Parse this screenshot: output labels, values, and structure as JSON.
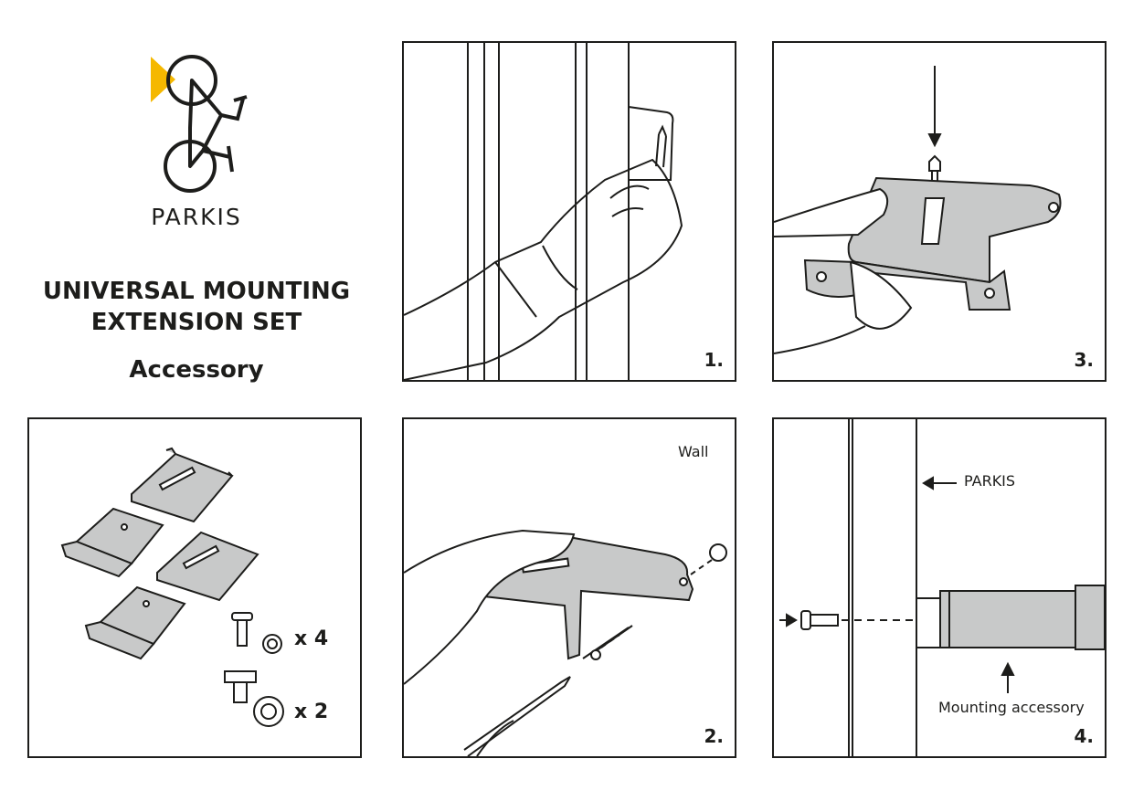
{
  "brand": {
    "name": "PARKIS",
    "accent_color": "#f5b800",
    "ink_color": "#1d1d1b",
    "part_color": "#c8c9c9"
  },
  "header": {
    "title_line1": "UNIVERSAL MOUNTING",
    "title_line2": "EXTENSION SET",
    "subtitle": "Accessory"
  },
  "kit": {
    "screw_qty": "x 4",
    "bolt_qty": "x 2"
  },
  "steps": [
    {
      "number": "1."
    },
    {
      "number": "2.",
      "label_wall": "Wall"
    },
    {
      "number": "3."
    },
    {
      "number": "4.",
      "label_parkis": "PARKIS",
      "label_accessory": "Mounting accessory"
    }
  ]
}
